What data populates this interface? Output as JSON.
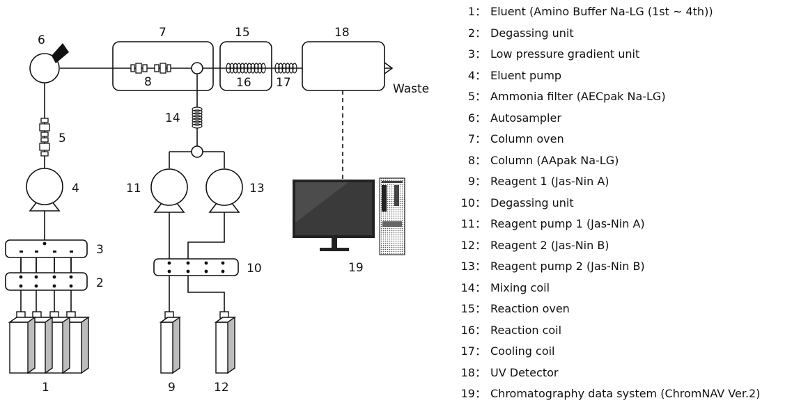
{
  "diagram": {
    "numbers": {
      "n1": "1",
      "n2": "2",
      "n3": "3",
      "n4": "4",
      "n5": "5",
      "n6": "6",
      "n7": "7",
      "n8": "8",
      "n9": "9",
      "n10": "10",
      "n11": "11",
      "n12": "12",
      "n13": "13",
      "n14": "14",
      "n15": "15",
      "n16": "16",
      "n17": "17",
      "n18": "18",
      "n19": "19"
    },
    "waste_label": "Waste"
  },
  "legend": [
    {
      "num": "1：",
      "text": "Eluent (Amino Buffer Na-LG (1st ~ 4th))"
    },
    {
      "num": "2：",
      "text": "Degassing unit"
    },
    {
      "num": "3：",
      "text": "Low pressure gradient unit"
    },
    {
      "num": "4：",
      "text": "Eluent pump"
    },
    {
      "num": "5：",
      "text": "Ammonia filter (AECpak Na-LG)"
    },
    {
      "num": "6：",
      "text": "Autosampler"
    },
    {
      "num": "7：",
      "text": "Column oven"
    },
    {
      "num": "8：",
      "text": "Column (AApak Na-LG)"
    },
    {
      "num": "9：",
      "text": "Reagent 1 (Jas-Nin A)"
    },
    {
      "num": "10：",
      "text": "Degassing unit"
    },
    {
      "num": "11：",
      "text": "Reagent pump 1 (Jas-Nin A)"
    },
    {
      "num": "12：",
      "text": "Reagent 2 (Jas-Nin B)"
    },
    {
      "num": "13：",
      "text": "Reagent pump 2 (Jas-Nin B)"
    },
    {
      "num": "14：",
      "text": "Mixing coil"
    },
    {
      "num": "15：",
      "text": "Reaction oven"
    },
    {
      "num": "16：",
      "text": "Reaction coil"
    },
    {
      "num": "17：",
      "text": "Cooling coil"
    },
    {
      "num": "18：",
      "text": "UV Detector"
    },
    {
      "num": "19：",
      "text": "Chromatography data system (ChromNAV Ver.2)"
    }
  ]
}
